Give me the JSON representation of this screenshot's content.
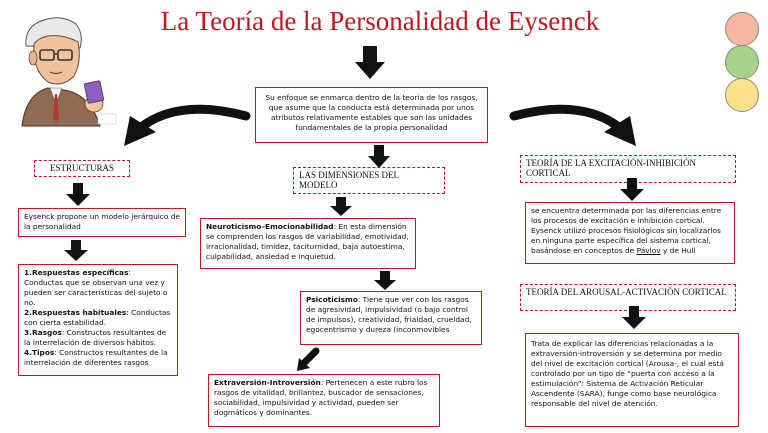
{
  "title": "La Teoría de la Personalidad de Eysenck",
  "intro": "Su enfoque se enmarca dentro de la teoría de los rasgos, que asume que la conducta está determinada por unos atributos relativamente estables que son las unidades fundamentales de la propia personalidad",
  "estructuras": {
    "heading": "ESTRUCTURAS",
    "model": "Eysenck propone un modelo jerárquico de la personalidad",
    "items": [
      {
        "num": "1.",
        "term": "Respuestas específicas",
        "text": ": Conductas que se observan una vez y pueden ser características del sujeto o no."
      },
      {
        "num": "2.",
        "term": "Respuestas habituales",
        "text": ": Conductas con cierta estabilidad."
      },
      {
        "num": "3.",
        "term": "Rasgos",
        "text": ": Constructos resultantes de la interrelación de diversos hábitos."
      },
      {
        "num": "4.",
        "term": "Tipos",
        "text": ": Constructos resultantes de la interrelación de diferentes rasgos"
      }
    ]
  },
  "dimensiones": {
    "heading": "LAS DIMENSIONES DEL MODELO",
    "neuro_term": "Neuroticismo–Emocionabilidad",
    "neuro_text": ": En esta dimensión se comprenden los rasgos de variabilidad, emotividad, irracionalidad, timidez, taciturnidad, baja autoestima, culpabilidad, ansiedad e inquietud.",
    "psico_term": "Psicoticismo",
    "psico_text": ": Tiene que ver con los rasgos de agresividad, impulsividad (o bajo control de impulsos), creatividad, frialdad, crueldad, egocentrismo y dureza (inconmovibles",
    "extra_term": "Extraversión-Introversión",
    "extra_text": ": Pertenecen a este rubro los rasgos de vitalidad, brillantez, buscador de sensaciones, sociabilidad, impulsividad y actividad, pueden ser dogmáticos y dominantes."
  },
  "excitacion": {
    "heading": "TEORÍA DE LA EXCITACIÓN-INHIBICIÓN CORTICAL",
    "text_before": "se encuentra determinada por las diferencias entre los procesos de excitación e inhibición cortical. Eysenck utilizó procesos fisiológicos sin localizarlos en ninguna parte específica del sistema cortical, basándose en conceptos de ",
    "link": "Pávlov",
    "text_after": " y de Hull"
  },
  "arousal": {
    "heading": "TEORÍA DEL AROUSAL-ACTIVACIÓN CORTICAL",
    "text": "Trata de explicar las diferencias relacionadas a la extraversión-introversión y se determina por medio del nivel de excitación cortical (Arousa-, el cual está controlado por un tipo de “puerta con acceso a la estimulación”: Sistema de Activación Reticular Ascendente (SARA), funge como base neurológica responsable del nivel de atención."
  },
  "decor": {
    "circle_colors": [
      "#f6b8a2",
      "#a9d38a",
      "#fbe28a"
    ],
    "accent": "#c0171e"
  }
}
